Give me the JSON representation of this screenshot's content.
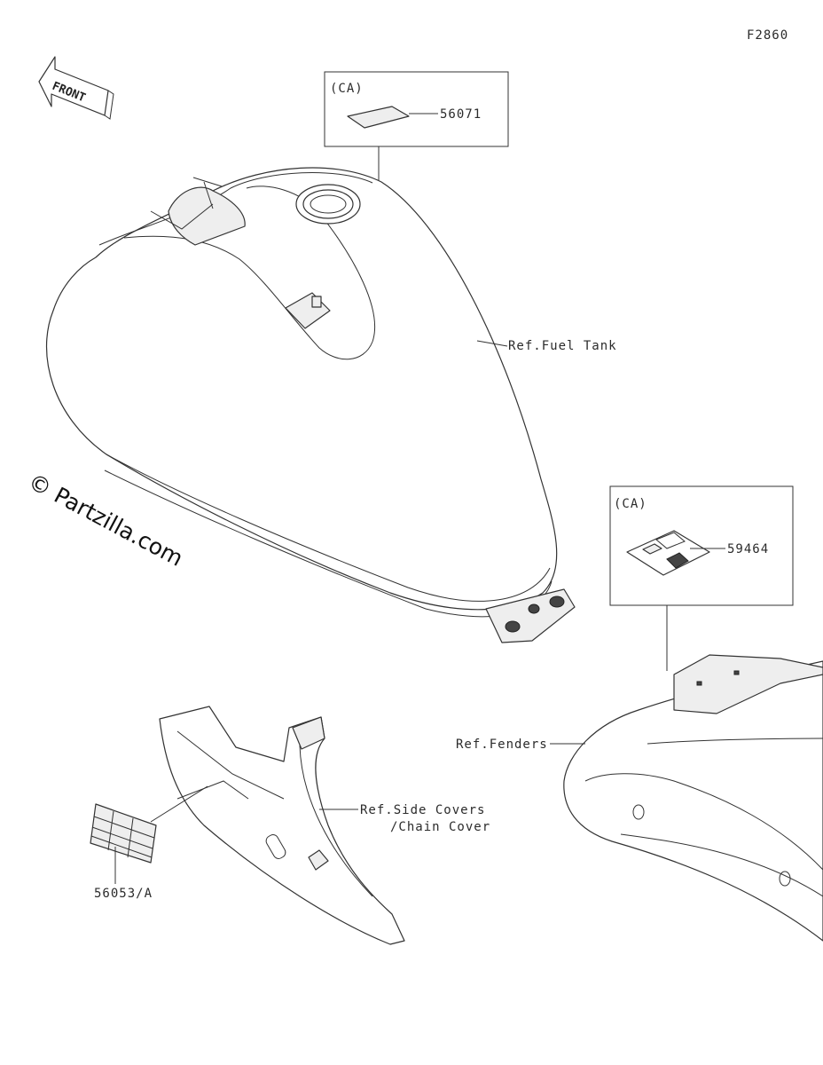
{
  "figure_code": "F2860",
  "front_label": "FRONT",
  "watermark": "© Partzilla.com",
  "callouts": {
    "ca_box_1": "(CA)",
    "part_56071": "56071",
    "fuel_tank_ref": "Ref.Fuel Tank",
    "ca_box_2": "(CA)",
    "part_59464": "59464",
    "fenders_ref": "Ref.Fenders",
    "side_covers_ref_line1": "Ref.Side Covers",
    "side_covers_ref_line2": "/Chain Cover",
    "part_56053": "56053/A"
  }
}
